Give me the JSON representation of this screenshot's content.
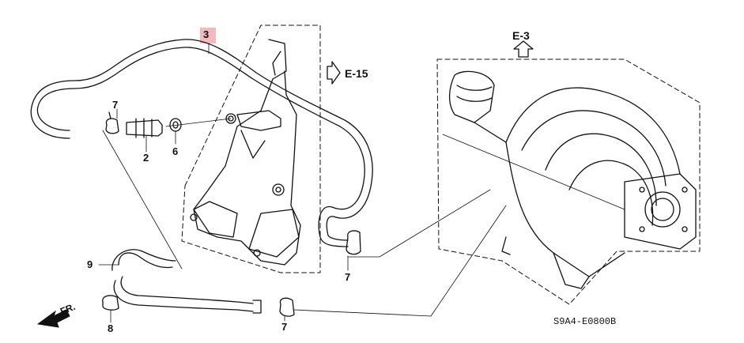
{
  "diagram": {
    "callouts": {
      "part_3": "3",
      "part_7a": "7",
      "part_2": "2",
      "part_6": "6",
      "part_9": "9",
      "part_8": "8",
      "part_7b": "7",
      "part_7c": "7"
    },
    "refs": {
      "e15": "E-15",
      "e3": "E-3"
    },
    "front_marker": "FR.",
    "diagram_code": "S9A4-E0800B",
    "highlight_color": "#f4b9bf"
  }
}
